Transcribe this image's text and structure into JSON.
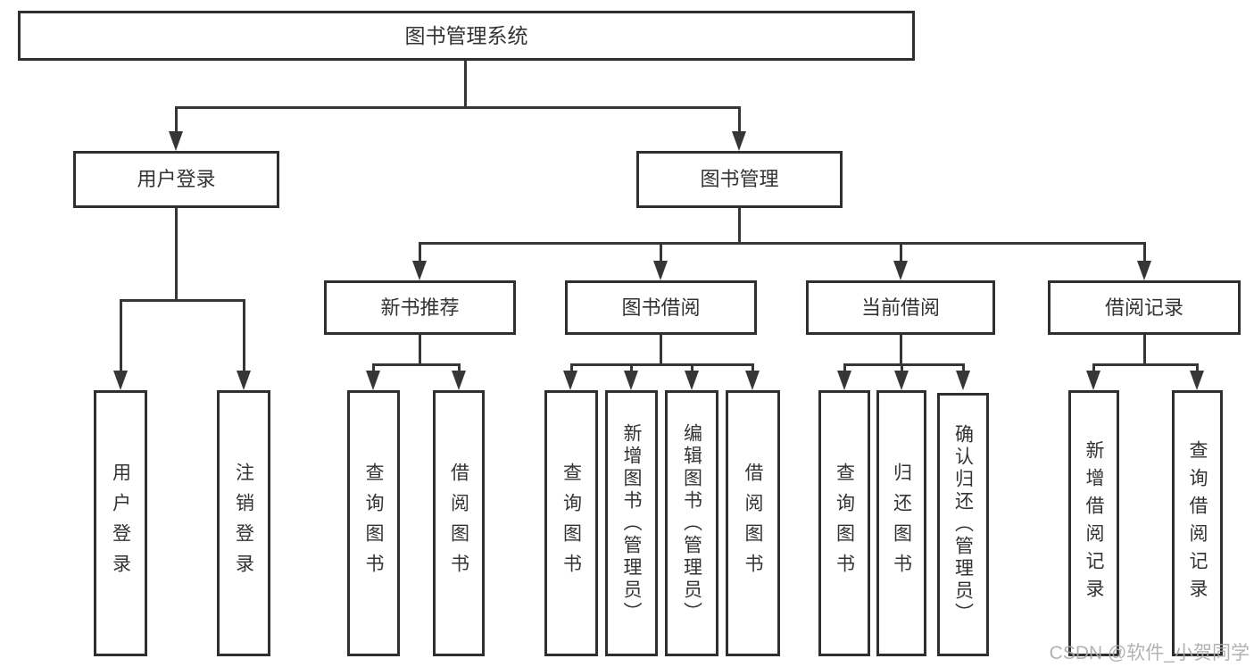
{
  "nodes": {
    "root": {
      "label": "图书管理系统"
    },
    "level2": [
      {
        "label": "用户登录"
      },
      {
        "label": "图书管理"
      }
    ],
    "level3": [
      {
        "label": "新书推荐",
        "parent": "图书管理"
      },
      {
        "label": "图书借阅",
        "parent": "图书管理"
      },
      {
        "label": "当前借阅",
        "parent": "图书管理"
      },
      {
        "label": "借阅记录",
        "parent": "图书管理"
      }
    ],
    "leaves": [
      {
        "label": "用户登录",
        "parent": "用户登录"
      },
      {
        "label": "注销登录",
        "parent": "用户登录"
      },
      {
        "label": "查询图书",
        "parent": "新书推荐"
      },
      {
        "label": "借阅图书",
        "parent": "新书推荐"
      },
      {
        "label": "查询图书",
        "parent": "图书借阅"
      },
      {
        "label": "新增图书（管理员）",
        "parent": "图书借阅"
      },
      {
        "label": "编辑图书（管理员）",
        "parent": "图书借阅"
      },
      {
        "label": "借阅图书",
        "parent": "图书借阅"
      },
      {
        "label": "查询图书",
        "parent": "当前借阅"
      },
      {
        "label": "归还图书",
        "parent": "当前借阅"
      },
      {
        "label": "确认归还（管理员）",
        "parent": "当前借阅"
      },
      {
        "label": "新增借阅记录",
        "parent": "借阅记录"
      },
      {
        "label": "查询借阅记录",
        "parent": "借阅记录"
      }
    ]
  },
  "watermark": "CSDN @软件_小贺同学",
  "colors": {
    "background": "#ffffff",
    "box_border": "#2f2f2f",
    "connector": "#363636",
    "text": "#333333",
    "watermark": "#aaaaaa"
  }
}
